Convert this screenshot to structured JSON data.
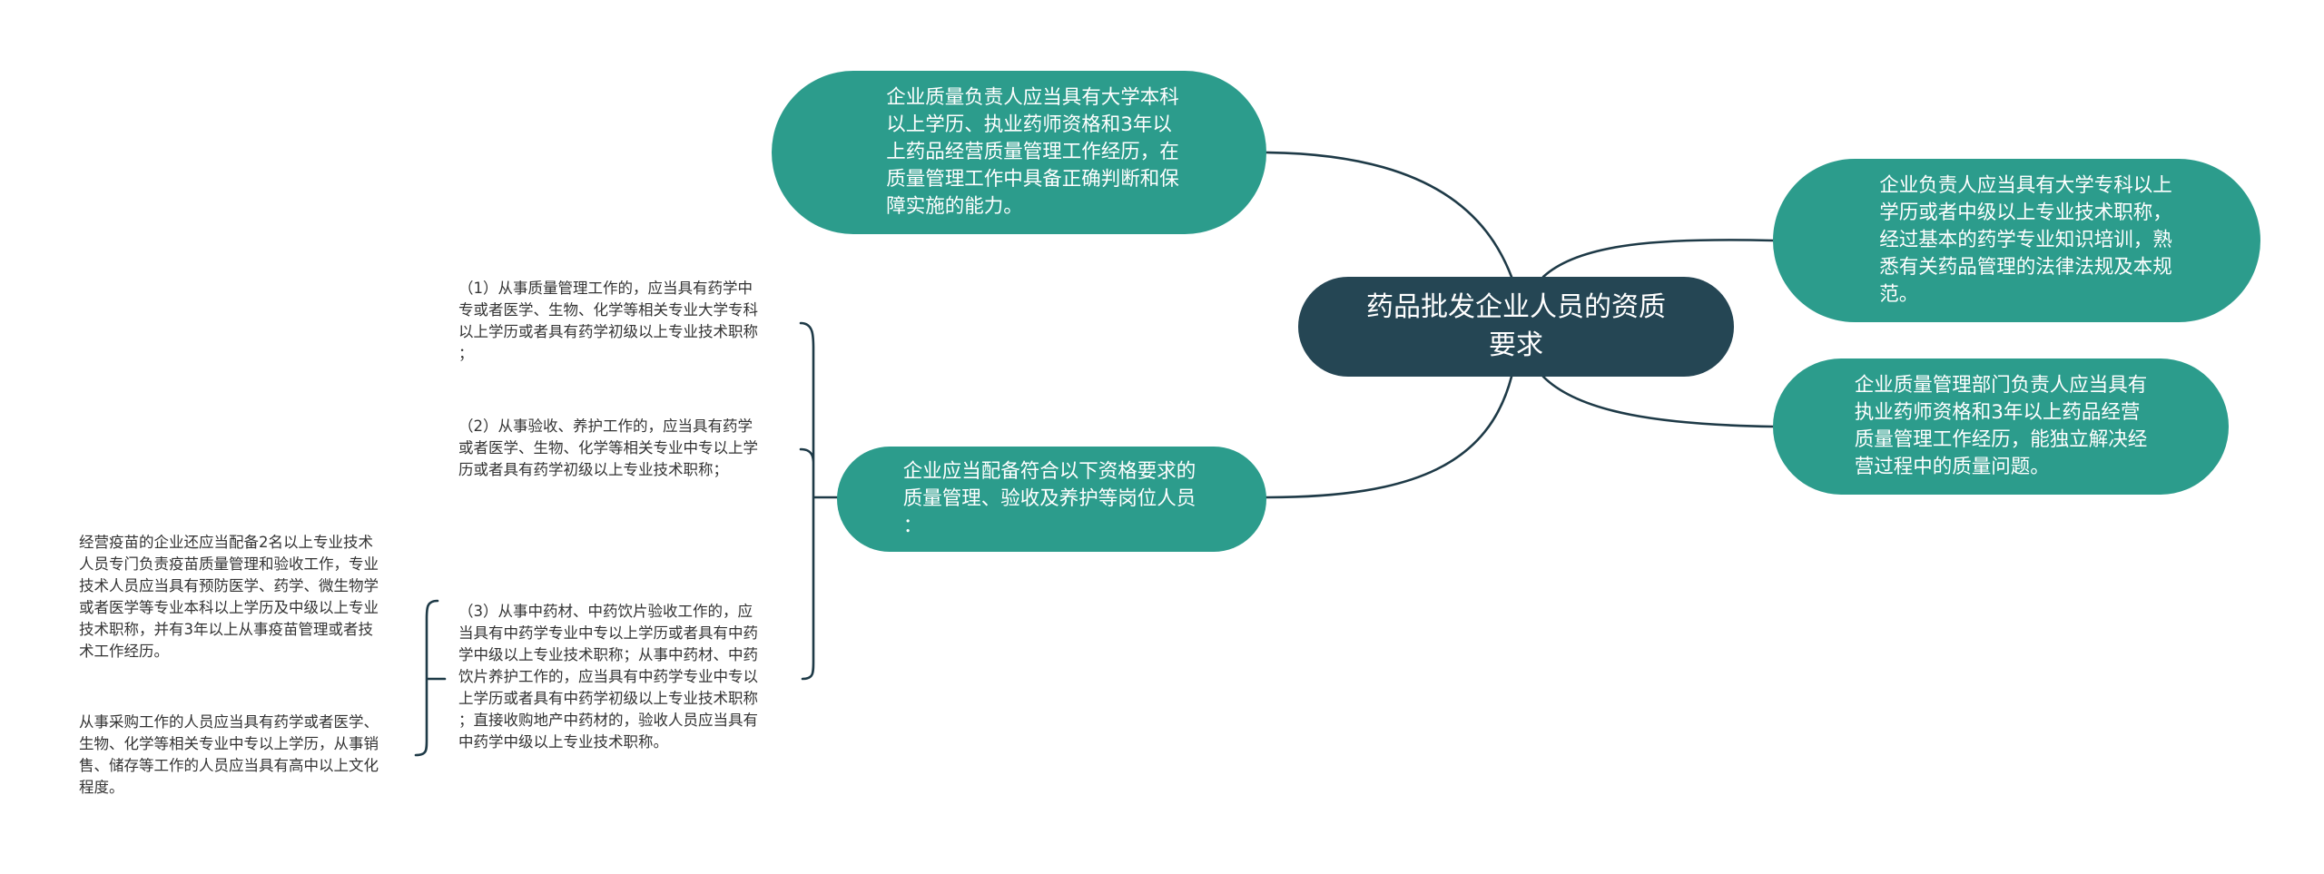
{
  "colors": {
    "center_fill": "#254654",
    "branch_fill": "#2c9c8c",
    "connector": "#1e3a47",
    "node_text": "#ffffff",
    "leaf_text": "#333333"
  },
  "mindmap": {
    "center": "药品批发企业人员的资质\n要求",
    "branches": {
      "quality_head": "企业质量负责人应当具有大学本科\n以上学历、执业药师资格和3年以\n上药品经营质量管理工作经历，在\n质量管理工作中具备正确判断和保\n障实施的能力。",
      "staffing": "企业应当配备符合以下资格要求的\n质量管理、验收及养护等岗位人员\n：",
      "enterprise_head": "企业负责人应当具有大学专科以上\n学历或者中级以上专业技术职称，\n经过基本的药学专业知识培训，熟\n悉有关药品管理的法律法规及本规\n范。",
      "qa_dept_head": "企业质量管理部门负责人应当具有\n执业药师资格和3年以上药品经营\n质量管理工作经历，能独立解决经\n营过程中的质量问题。"
    },
    "staffing_items": {
      "item1": "（1）从事质量管理工作的，应当具有药学中\n专或者医学、生物、化学等相关专业大学专科\n以上学历或者具有药学初级以上专业技术职称\n；",
      "item2": "（2）从事验收、养护工作的，应当具有药学\n或者医学、生物、化学等相关专业中专以上学\n历或者具有药学初级以上专业技术职称；",
      "item3": "（3）从事中药材、中药饮片验收工作的，应\n当具有中药学专业中专以上学历或者具有中药\n学中级以上专业技术职称；从事中药材、中药\n饮片养护工作的，应当具有中药学专业中专以\n上学历或者具有中药学初级以上专业技术职称\n；直接收购地产中药材的，验收人员应当具有\n中药学中级以上专业技术职称。"
    },
    "item3_notes": {
      "vaccine": "经营疫苗的企业还应当配备2名以上专业技术\n人员专门负责疫苗质量管理和验收工作，专业\n技术人员应当具有预防医学、药学、微生物学\n或者医学等专业本科以上学历及中级以上专业\n技术职称，并有3年以上从事疫苗管理或者技\n术工作经历。",
      "purchasing": "从事采购工作的人员应当具有药学或者医学、\n生物、化学等相关专业中专以上学历，从事销\n售、储存等工作的人员应当具有高中以上文化\n程度。"
    }
  }
}
